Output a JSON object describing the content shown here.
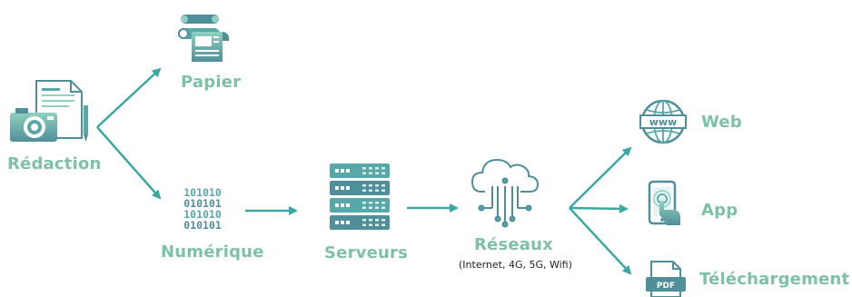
{
  "colors": {
    "arrow": "#3aa9a3",
    "label_green": "#7dc2a6",
    "icon_dark": "#4f8f9a",
    "icon_mid": "#57a8a8",
    "icon_light": "#8fd0c0"
  },
  "nodes": {
    "redaction": {
      "label": "Rédaction",
      "icon": "document-camera-pen-icon"
    },
    "papier": {
      "label": "Papier",
      "icon": "printing-roller-icon"
    },
    "numerique": {
      "label": "Numérique",
      "icon": "binary-code-icon",
      "binary_rows": [
        "101010",
        "010101",
        "101010",
        "010101"
      ]
    },
    "serveurs": {
      "label": "Serveurs",
      "icon": "server-rack-icon"
    },
    "reseaux": {
      "label": "Réseaux",
      "sublabel": "(Internet, 4G, 5G, Wifi)",
      "icon": "cloud-network-icon"
    },
    "web": {
      "label": "Web",
      "icon": "www-globe-icon",
      "icon_text": "www"
    },
    "app": {
      "label": "App",
      "icon": "smartphone-touch-icon"
    },
    "telechargement": {
      "label": "Téléchargement",
      "icon": "pdf-file-icon",
      "icon_text": "PDF"
    }
  }
}
